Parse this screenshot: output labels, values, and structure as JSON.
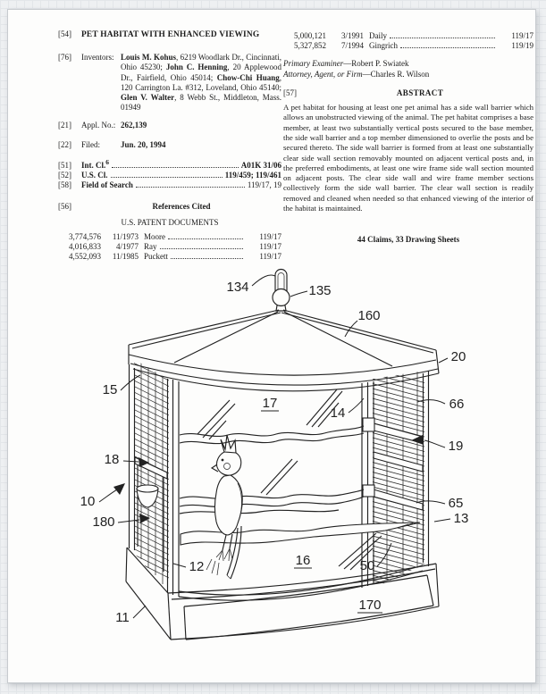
{
  "patent": {
    "title_field": {
      "num": "[54]",
      "title": "PET HABITAT WITH ENHANCED VIEWING"
    },
    "inventors_field": {
      "num": "[76]",
      "label": "Inventors:",
      "segments": [
        {
          "b": 1,
          "t": "Louis M. Kohus"
        },
        {
          "b": 0,
          "t": ", 6219 Woodlark Dr., Cincinnati, Ohio 45230; "
        },
        {
          "b": 1,
          "t": "John C. Henning"
        },
        {
          "b": 0,
          "t": ", 20 Applewood Dr., Fairfield, Ohio 45014; "
        },
        {
          "b": 1,
          "t": "Chow-Chi Huang"
        },
        {
          "b": 0,
          "t": ", 120 Carrington La. #312, Loveland, Ohio 45140; "
        },
        {
          "b": 1,
          "t": "Glen V. Walter"
        },
        {
          "b": 0,
          "t": ", 8 Webb St., Middleton, Mass. 01949"
        }
      ]
    },
    "appl": {
      "num": "[21]",
      "label": "Appl. No.:",
      "value": "262,139"
    },
    "filed": {
      "num": "[22]",
      "label": "Filed:",
      "value": "Jun. 20, 1994"
    },
    "int_cl": {
      "num": "[51]",
      "label": "Int. Cl.",
      "sup": "6",
      "value": "A01K 31/06"
    },
    "us_cl": {
      "num": "[52]",
      "label": "U.S. Cl.",
      "value": "119/459; 119/461"
    },
    "field_of_search": {
      "num": "[58]",
      "label": "Field of Search",
      "value": "119/17, 19"
    },
    "references": {
      "num": "[56]",
      "heading": "References Cited",
      "subheading": "U.S. PATENT DOCUMENTS",
      "left_rows": [
        {
          "number": "3,774,576",
          "date": "11/1973",
          "name": "Moore",
          "cls": "119/17"
        },
        {
          "number": "4,016,833",
          "date": "4/1977",
          "name": "Ray",
          "cls": "119/17"
        },
        {
          "number": "4,552,093",
          "date": "11/1985",
          "name": "Puckett",
          "cls": "119/17"
        }
      ],
      "right_rows": [
        {
          "number": "5,000,121",
          "date": "3/1991",
          "name": "Daily",
          "cls": "119/17"
        },
        {
          "number": "5,327,852",
          "date": "7/1994",
          "name": "Gingrich",
          "cls": "119/19"
        }
      ]
    },
    "examiner": {
      "label": "Primary Examiner",
      "value": "—Robert P. Swiatek"
    },
    "attorney": {
      "label": "Attorney, Agent, or Firm",
      "value": "—Charles R. Wilson"
    },
    "abstract": {
      "num": "[57]",
      "heading": "ABSTRACT",
      "text": "A pet habitat for housing at least one pet animal has a side wall barrier which allows an unobstructed viewing of the animal. The pet habitat comprises a base member, at least two substantially vertical posts secured to the base member, the side wall barrier and a top member dimensioned to overlie the posts and be secured thereto. The side wall barrier is formed from at least one substantially clear side wall section removably mounted on adjacent vertical posts and, in the preferred embodiments, at least one wire frame side wall section mounted on adjacent posts. The clear side wall and wire frame member sections collectively form the side wall barrier. The clear wall section is readily removed and cleaned when needed so that enhanced viewing of the interior of the habitat is maintained."
    },
    "claims_line": "44 Claims, 33 Drawing Sheets"
  },
  "figure": {
    "labels": [
      {
        "t": "134"
      },
      {
        "t": "135"
      },
      {
        "t": "160"
      },
      {
        "t": "20"
      },
      {
        "t": "15"
      },
      {
        "t": "17"
      },
      {
        "t": "14"
      },
      {
        "t": "66"
      },
      {
        "t": "19"
      },
      {
        "t": "18"
      },
      {
        "t": "10"
      },
      {
        "t": "180"
      },
      {
        "t": "65"
      },
      {
        "t": "13"
      },
      {
        "t": "12"
      },
      {
        "t": "16"
      },
      {
        "t": "50"
      },
      {
        "t": "11"
      },
      {
        "t": "170"
      }
    ]
  }
}
